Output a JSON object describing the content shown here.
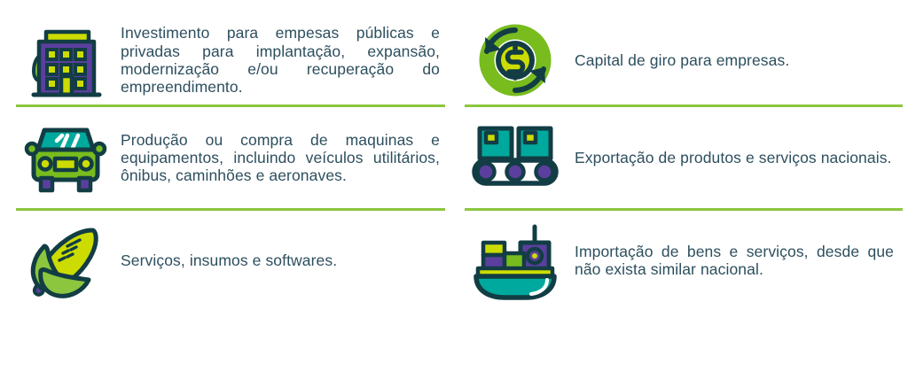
{
  "theme": {
    "background": "#ffffff",
    "text_color": "#2d4f5e",
    "divider_color": "#8cc63e",
    "outline": "#123d44",
    "green": "#78bc1e",
    "light_green": "#8cc63e",
    "yellow_green": "#cddc00",
    "teal": "#00a99d",
    "purple": "#5b3f9e"
  },
  "columns": {
    "left": {
      "items": [
        {
          "icon": "office-building-icon",
          "text": "Investimento para empesas públicas e privadas para implantação, expansão, modernização e/ou recuperação do empreendimento."
        },
        {
          "icon": "vehicle-front-icon",
          "text": "Produção ou compra de maquinas e equipamentos, incluindo veículos utilitários, ônibus, caminhões e aeronaves."
        },
        {
          "icon": "corn-cob-icon",
          "text": "Serviços, insumos e softwares."
        }
      ]
    },
    "right": {
      "items": [
        {
          "icon": "money-circulation-icon",
          "text": "Capital de giro para empresas."
        },
        {
          "icon": "conveyor-belt-boxes-icon",
          "text": "Exportação de produtos e serviços nacionais."
        },
        {
          "icon": "cargo-ship-icon",
          "text": "Importação de bens e serviços, desde que não exista similar nacional."
        }
      ]
    }
  }
}
